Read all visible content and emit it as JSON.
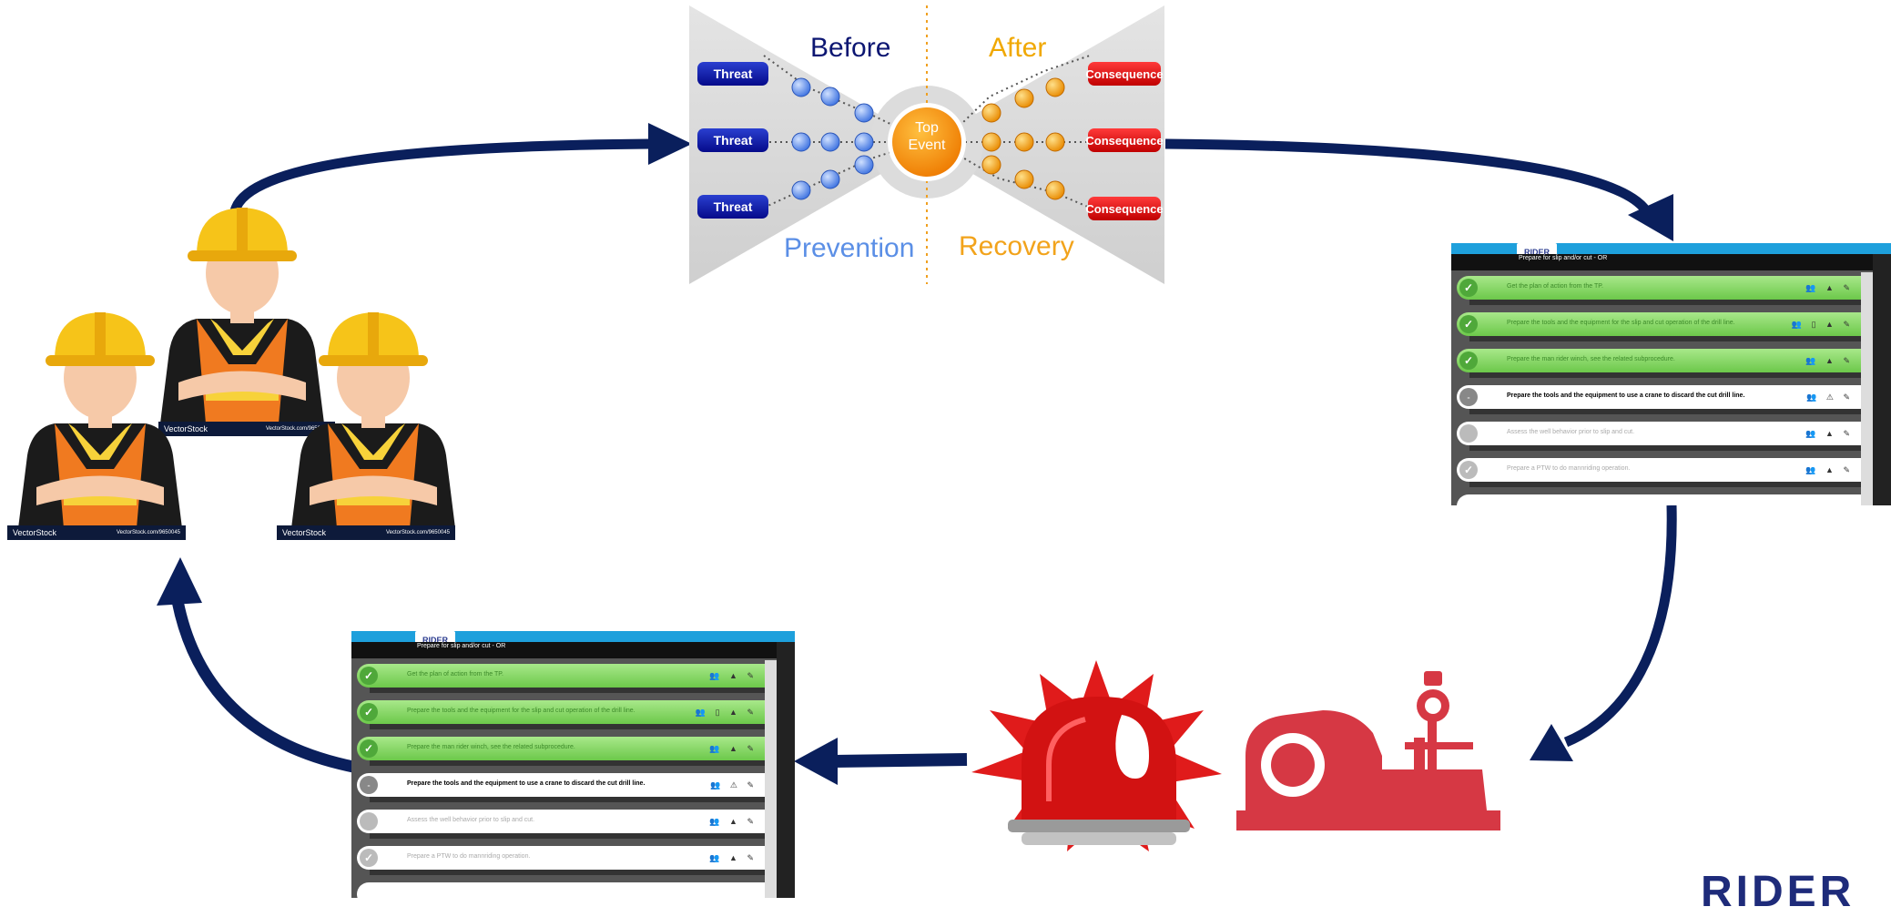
{
  "bowtie": {
    "before": "Before",
    "after": "After",
    "prevention": "Prevention",
    "recovery": "Recovery",
    "top_event_line1": "Top",
    "top_event_line2": "Event",
    "threats": [
      "Threat",
      "Threat",
      "Threat"
    ],
    "consequences": [
      "Consequence",
      "Consequence",
      "Consequence"
    ]
  },
  "workers": {
    "watermark_brand": "VectorStock",
    "watermark_url": "VectorStock.com/9650045"
  },
  "panel": {
    "logo": "RIDER",
    "title": "Prepare for slip and/or cut - OR",
    "rows": [
      {
        "text": "Get the plan of action from the TP.",
        "state": "green",
        "badge": "✓"
      },
      {
        "text": "Prepare the tools and the equipment for the slip and cut operation of the drill line.",
        "state": "green",
        "badge": "✓"
      },
      {
        "text": "Prepare the man rider winch, see the related subprocedure.",
        "state": "green",
        "badge": "✓"
      },
      {
        "text": "Prepare the tools and the equipment to use a crane to discard the cut drill line.",
        "state": "current",
        "badge": "••"
      },
      {
        "text": "Assess the well behavior prior to slip and cut.",
        "state": "white",
        "badge": ""
      },
      {
        "text": "Prepare a PTW to do mannriding operation.",
        "state": "white",
        "badge": "✓"
      }
    ]
  },
  "brand": "RIDER",
  "colors": {
    "arrow": "#0a1f5c",
    "threat": "#050a8a",
    "consequence": "#e00000",
    "prevention": "#5b8fe6",
    "recovery": "#f2a31b",
    "alarm_red": "#e01b1b",
    "machine_red": "#d63844"
  }
}
